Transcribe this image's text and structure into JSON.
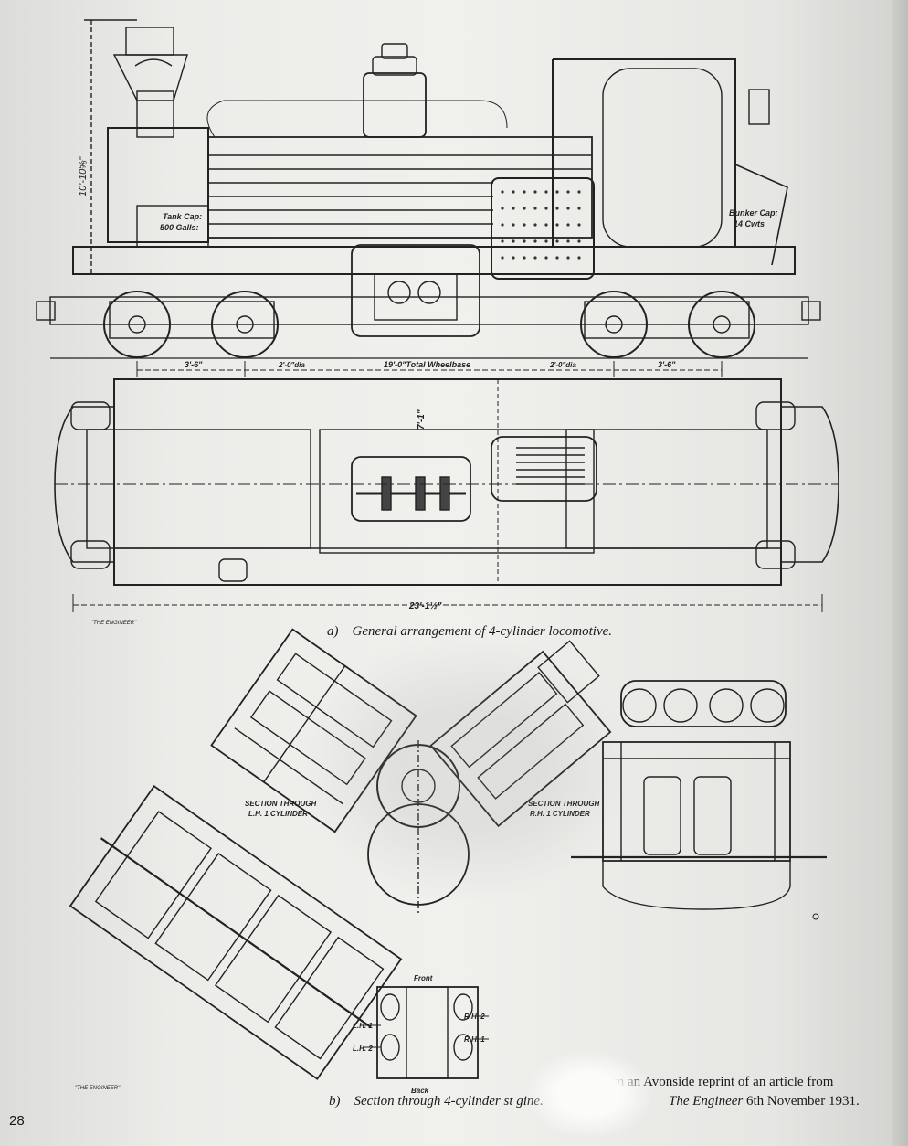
{
  "page": {
    "number": "28"
  },
  "figure_a": {
    "caption_letter": "a)",
    "caption": "General arrangement of 4-cylinder locomotive.",
    "credit_mark": "\"THE ENGINEER\"",
    "labels": {
      "height": "10'-10⅝\"",
      "tank": [
        "Tank Cap:",
        "500 Galls:"
      ],
      "bunker": [
        "Bunker Cap:",
        "14 Cwts"
      ],
      "wheelbase_left": "3'-6\"",
      "dia_left": "2'-0\"dia",
      "total_wheelbase": "19'-0\"Total Wheelbase",
      "dia_right": "2'-0\"dia",
      "wheelbase_right": "3'-6\"",
      "width": "7'-1\"",
      "length": "23'-1½\""
    }
  },
  "figure_b": {
    "caption_letter": "b)",
    "caption": "Section through 4-cylinder st",
    "caption_tail": "gine.",
    "credit_mark": "\"THE ENGINEER\"",
    "labels": {
      "lh_section": [
        "SECTION THROUGH",
        "L.H. 1 CYLINDER"
      ],
      "rh_section": [
        "SECTION THROUGH",
        "R.H. 1 CYLINDER"
      ],
      "front": "Front",
      "back": "Back",
      "lh1": "L.H. 1",
      "lh2": "L.H. 2",
      "rh1": "R.H. 1",
      "rh2": "R.H. 2"
    }
  },
  "credit": {
    "line1": "pie   from an Avonside reprint of an article from",
    "line2_italic": "The Engineer",
    "line2_rest": " 6th November 1931."
  }
}
